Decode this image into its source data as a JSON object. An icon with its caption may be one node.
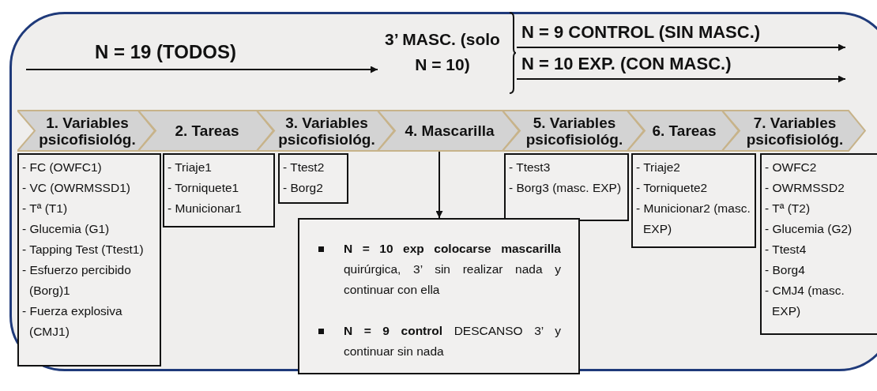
{
  "diagram": {
    "nodes": [
      {
        "text": [
          "3’ MASC. (solo N = 10)"
        ]
      },
      {
        "text": [
          "1. Variables psicofisiológ."
        ]
      },
      {
        "text": [
          "2. Tareas"
        ]
      },
      {
        "text": [
          "3. Variables psicofisiológ."
        ]
      },
      {
        "text": [
          "4. Mascarilla"
        ]
      },
      {
        "text": [
          "5. Variables psicofisiológ."
        ]
      },
      {
        "text": [
          "6. Tareas"
        ]
      },
      {
        "text": [
          "7. Variables psicofisiológ."
        ]
      },
      {
        "text": [
          "- FC (OWFC1)",
          "- VC (OWRMSSD1)",
          "- Tª (T1)",
          "- Glucemia (G1)",
          "- Tapping Test (Ttest1)",
          "- Esfuerzo percibido (Borg)1",
          "- Fuerza explosiva (CMJ1)"
        ]
      },
      {
        "text": [
          "- Triaje1",
          "- Torniquete1",
          "- Municionar1"
        ]
      },
      {
        "text": [
          "- Ttest2",
          "- Borg2"
        ]
      },
      {
        "text": [
          "- Ttest3",
          "- Borg3 (masc. EXP)"
        ]
      },
      {
        "text": [
          "- Triaje2",
          "- Torniquete2",
          "- Municionar2 (masc. EXP)"
        ]
      },
      {
        "text": [
          "- OWFC2",
          "- OWRMSSD2",
          "- Tª (T2)",
          "- Glucemia (G2)",
          "- Ttest4",
          "- Borg4",
          "- CMJ4 (masc. EXP)"
        ]
      },
      {
        "text": [
          "**N = 10 exp colocarse mascarilla** quirúrgica, 3’ sin realizar nada y continuar con ella",
          "**N = 9 control** DESCANSO 3’ y continuar sin nada"
        ]
      }
    ],
    "edges": [
      {
        "from": null,
        "to": 0,
        "arrow": "to",
        "label": "N = 19 (TODOS)"
      },
      {
        "from": 0,
        "to": null,
        "arrow": "to",
        "label": "N = 9 CONTROL (SIN MASC.)"
      },
      {
        "from": 0,
        "to": null,
        "arrow": "to",
        "label": "N = 10 EXP. (CON MASC.)"
      },
      {
        "from": 4,
        "to": 14,
        "arrow": "to"
      }
    ]
  }
}
